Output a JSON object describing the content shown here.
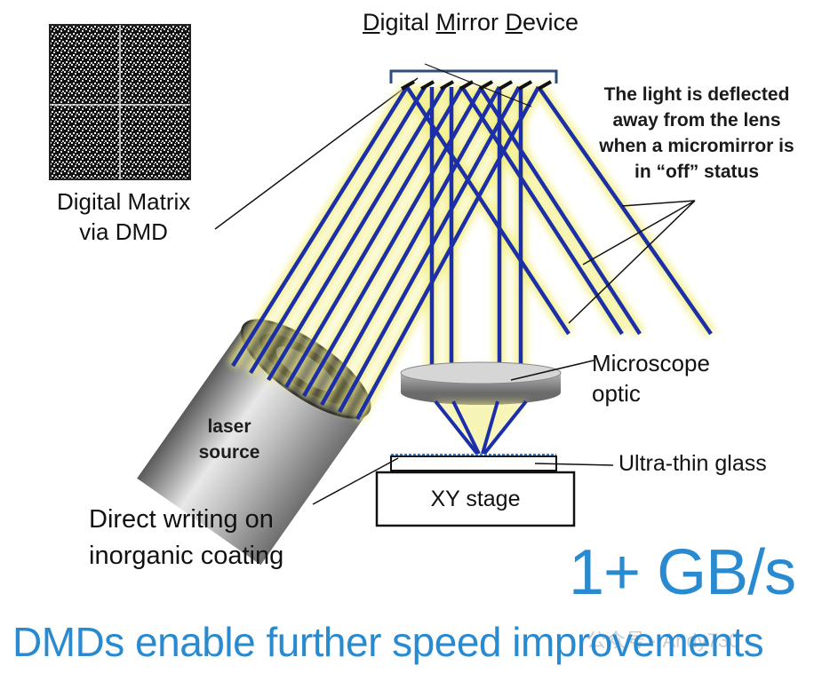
{
  "dmd_title": {
    "p1": "D",
    "p2": "igital ",
    "p3": "M",
    "p4": "irror ",
    "p5": "D",
    "p6": "evice"
  },
  "off_note": "The light is deflected away from the lens when a micromirror is in “off” status",
  "matrix_label": [
    "Digital Matrix",
    "via DMD"
  ],
  "microscope_label": [
    "Microscope",
    "optic"
  ],
  "glass_label": "Ultra-thin glass",
  "stage_label": "XY stage",
  "laser_label": [
    "laser",
    "source"
  ],
  "direct_writing_label": [
    "Direct writing on",
    "inorganic coating"
  ],
  "speed_label": "1+ GB/s",
  "headline": "DMDs enable further speed improvements",
  "watermark": "公众号 · Andy730",
  "colors": {
    "beam": "#1c2fa8",
    "beam_glow": "#f2ee7a",
    "accent_text": "#2a8ad0",
    "mirror_frame": "#2d4c7a"
  }
}
